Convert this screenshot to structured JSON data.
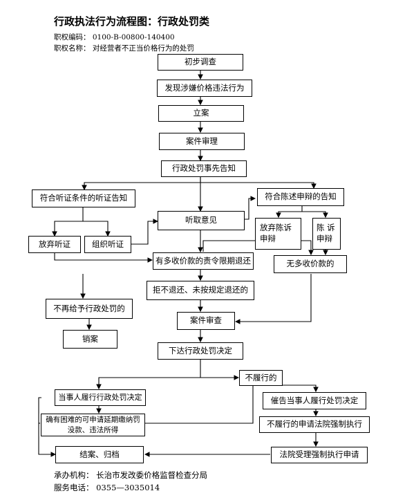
{
  "header": {
    "title": "行政执法行为流程图：行政处罚类",
    "code_line": "职权编码：  0100-B-00800-140400",
    "name_line": "职权名称：  对经营者不正当价格行为的处罚"
  },
  "nodes": {
    "initial_investigation": "初步调查",
    "discover_violation": "发现涉嫌价格违法行为",
    "file_case": "立案",
    "case_review": "案件审理",
    "prior_notice": "行政处罚事先告知",
    "hearing_notice": "符合听证条件的听证告知",
    "statement_notice": "符合陈述申辩的告知",
    "hear_opinions": "听取意见",
    "waive_hearing": "放弃听证",
    "organize_hearing": "组织听证",
    "waive_statement": "放弃陈诉申辩",
    "statement_defense": "陈 诉申辩",
    "refund_order": "有多收价款的责令限期退还",
    "no_overcharge": "无多收价款的",
    "refuse_refund": "拒不退还、未按规定退还的",
    "no_penalty": "不再给予行政处罚的",
    "case_examination": "案件审查",
    "cancel_case": "销案",
    "issue_decision": "下达行政处罚决定",
    "not_performed": "不履行的",
    "party_performs": "当事人履行行政处罚决定",
    "urge_party": "催告当事人履行处罚决定",
    "hardship": "确有困难的可申请延期缴纳罚没款、违法所得",
    "court_enforcement": "不履行的申请法院强制执行",
    "close_case": "结案、归档",
    "court_accepts": "法院受理强制执行申请"
  },
  "footer": {
    "agency": "承办机构：  长治市发改委价格监督检查分局",
    "phone": "服务电话：  0355—3035014"
  }
}
